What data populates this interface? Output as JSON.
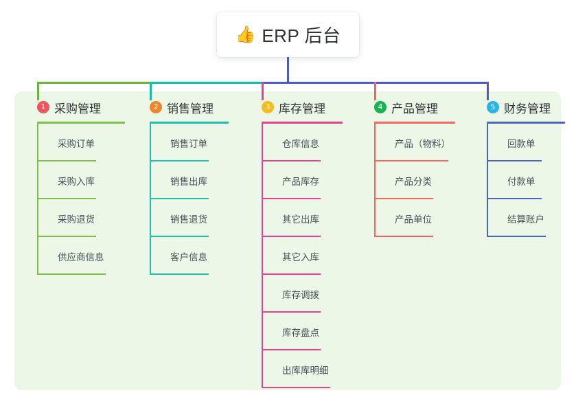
{
  "title": {
    "icon": "thumbs-up-icon",
    "icon_glyph": "👍",
    "text": "ERP 后台"
  },
  "panel": {
    "background": "#edf7e8"
  },
  "connector": {
    "segment_colors": [
      "#6cb33f",
      "#11bfa3",
      "#4e5bc4"
    ],
    "drop_colors": [
      "#6cb33f",
      "#11bfa3",
      "#ea3f8f",
      "#f1645f",
      "#4e5bc4"
    ],
    "root_color": "#4e5bc4"
  },
  "columns": [
    {
      "index": "1",
      "title": "采购管理",
      "badge_color": "#f0555f",
      "line_color": "#7cc04a",
      "rule_width": 128,
      "items": [
        {
          "label": "采购订单",
          "rule_width": 86
        },
        {
          "label": "采购入库",
          "rule_width": 86
        },
        {
          "label": "采购退货",
          "rule_width": 86
        },
        {
          "label": "供应商信息",
          "rule_width": 100
        }
      ]
    },
    {
      "index": "2",
      "title": "销售管理",
      "badge_color": "#f5832a",
      "line_color": "#1cc1b0",
      "rule_width": 115,
      "items": [
        {
          "label": "销售订单",
          "rule_width": 86
        },
        {
          "label": "销售出库",
          "rule_width": 86
        },
        {
          "label": "销售退货",
          "rule_width": 86
        },
        {
          "label": "客户信息",
          "rule_width": 86
        }
      ]
    },
    {
      "index": "3",
      "title": "库存管理",
      "badge_color": "#f6bb1c",
      "line_color": "#ea3f8f",
      "rule_width": 118,
      "items": [
        {
          "label": "仓库信息",
          "rule_width": 86
        },
        {
          "label": "产品库存",
          "rule_width": 86
        },
        {
          "label": "其它出库",
          "rule_width": 86
        },
        {
          "label": "其它入库",
          "rule_width": 86
        },
        {
          "label": "库存调拨",
          "rule_width": 86
        },
        {
          "label": "库存盘点",
          "rule_width": 86
        },
        {
          "label": "出库库明细",
          "rule_width": 100
        }
      ]
    },
    {
      "index": "4",
      "title": "产品管理",
      "badge_color": "#18b351",
      "line_color": "#f4665f",
      "rule_width": 118,
      "items": [
        {
          "label": "产品（物料）",
          "rule_width": 108
        },
        {
          "label": "产品分类",
          "rule_width": 86
        },
        {
          "label": "产品单位",
          "rule_width": 86
        }
      ]
    },
    {
      "index": "5",
      "title": "财务管理",
      "badge_color": "#28b3eb",
      "line_color": "#4a66c0",
      "rule_width": 114,
      "items": [
        {
          "label": "回款单",
          "rule_width": 80
        },
        {
          "label": "付款单",
          "rule_width": 80
        },
        {
          "label": "结算账户",
          "rule_width": 86
        }
      ]
    }
  ]
}
